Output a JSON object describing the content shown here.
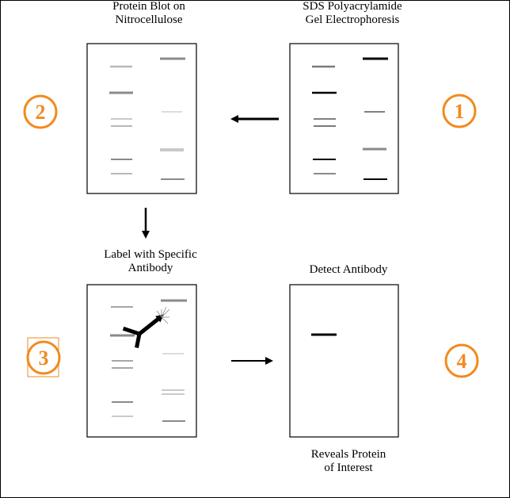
{
  "colors": {
    "step_accent": "#f28a1e",
    "line": "#000000",
    "band_dark": "#000000",
    "band_medium": "#8a8a8a",
    "band_light": "#b8b8b8"
  },
  "captions": {
    "sds_gel": [
      "SDS Polyacrylamide",
      "Gel Electrophoresis"
    ],
    "protein_blot": [
      "Protein Blot on",
      "Nitrocellulose"
    ],
    "label_antibody": [
      "Label with Specific",
      "Antibody"
    ],
    "detect_antibody": [
      "Detect Antibody"
    ],
    "reveals": [
      "Reveals Protein",
      "of Interest"
    ]
  },
  "steps": [
    {
      "number": "1"
    },
    {
      "number": "2"
    },
    {
      "number": "3"
    },
    {
      "number": "4"
    }
  ],
  "icons": {
    "arrow": "arrow-icon",
    "antibody": "antibody-icon",
    "burst": "binding-burst-icon"
  }
}
